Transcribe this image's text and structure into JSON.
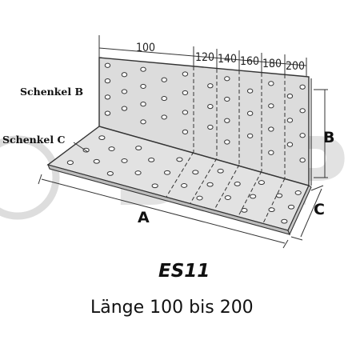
{
  "product": {
    "model": "ES11",
    "length_text": "Länge 100 bis 200"
  },
  "legs": {
    "b_label": "Schenkel B",
    "c_label": "Schenkel C",
    "b_letter": "B",
    "c_letter": "C",
    "a_letter": "A"
  },
  "length_marks": [
    "100",
    "120",
    "140",
    "160",
    "180",
    "200"
  ],
  "watermark": {
    "symbol": "©",
    "text": "BILP"
  },
  "colors": {
    "plate_fill": "#e0e0e0",
    "plate_light": "#eeeeee",
    "outline": "#333333",
    "watermark": "#d8d8d8"
  }
}
